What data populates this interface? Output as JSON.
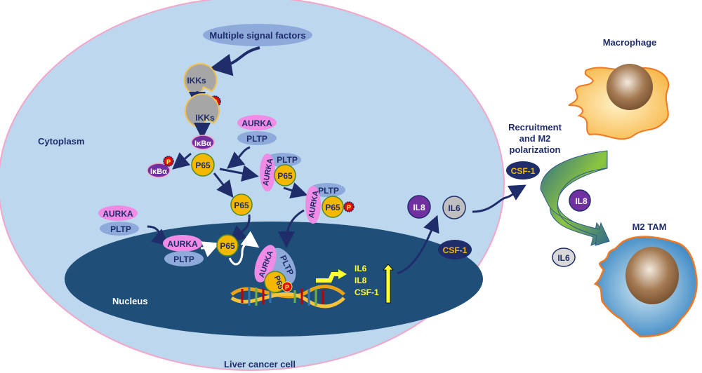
{
  "title": "AURKA/PLTP NF-kB signaling in liver cancer cell and M2 TAM polarization",
  "labels": {
    "signal": "Multiple signal factors",
    "cytoplasm": "Cytoplasm",
    "nucleus": "Nucleus",
    "cell": "Liver cancer cell",
    "macrophage": "Macrophage",
    "m2tam": "M2 TAM",
    "recruit1": "Recruitment",
    "recruit2": "and M2",
    "recruit3": "polarization"
  },
  "molecules": {
    "ikks": "IKKs",
    "ikba": "IκBα",
    "p65": "P65",
    "p": "P",
    "aurka": "AURKA",
    "pltp": "PLTP",
    "il6": "IL6",
    "il8": "IL8",
    "csf1": "CSF-1"
  },
  "genes": [
    "IL6",
    "IL8",
    "CSF-1"
  ],
  "colors": {
    "cell": "#bdd7ee",
    "cell_border": "#f4a6c8",
    "nucleus": "#1f4e79",
    "navy": "#1f2d6b",
    "p65": "#f5b800",
    "aurka": "#f08ce6",
    "pltp": "#8eaadb",
    "ikks": "#a6a6a6",
    "ikba": "#7030a0",
    "yellow": "#ffff33"
  }
}
